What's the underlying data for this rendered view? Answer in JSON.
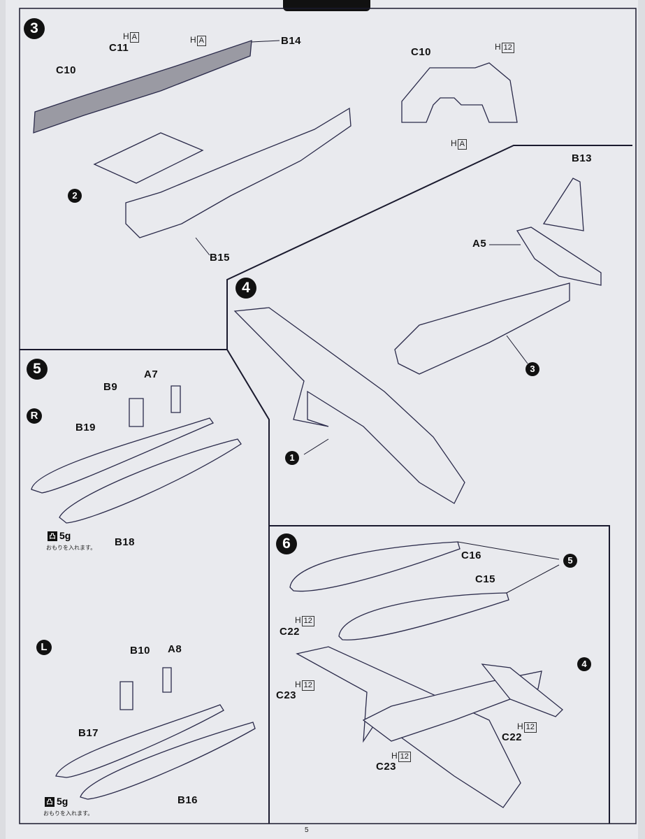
{
  "steps": {
    "s3": {
      "number": "3",
      "parts": [
        "C11",
        "C10",
        "B14",
        "B15"
      ],
      "paint_h_a": "H",
      "paint_box_a": "A",
      "sub_ref": "2"
    },
    "panel": {
      "part": "C10",
      "paint_h": "H",
      "paint_12": "12",
      "paint_a": "A"
    },
    "s4": {
      "number": "4",
      "parts": [
        "B13",
        "A5"
      ],
      "ref3": "3",
      "ref1": "1"
    },
    "s5": {
      "number": "5",
      "right": "R",
      "left": "L",
      "r_parts": [
        "B9",
        "A7",
        "B19",
        "B18"
      ],
      "l_parts": [
        "B10",
        "A8",
        "B17",
        "B16"
      ],
      "weight": "5g",
      "weight_icon": "凸",
      "weight_note": "おもりを入れます。"
    },
    "s6": {
      "number": "6",
      "parts": [
        "C16",
        "C15",
        "C22",
        "C23",
        "C22",
        "C23"
      ],
      "paint_h": "H",
      "paint_12": "12",
      "ref5": "5",
      "ref4": "4"
    }
  },
  "page_number": "5",
  "colors": {
    "paper": "#e9eaee",
    "ink": "#1a1a3a"
  }
}
